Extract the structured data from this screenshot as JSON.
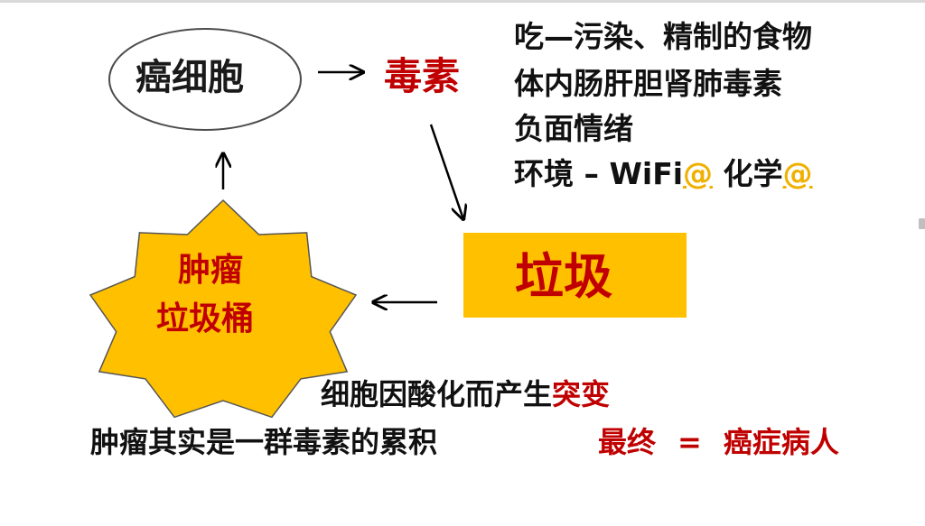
{
  "nodes": {
    "cancer_cell": "癌细胞",
    "toxins": "毒素",
    "garbage": "垃圾",
    "tumor_line1": "肿瘤",
    "tumor_line2": "垃圾桶"
  },
  "toxin_sources": [
    "吃—污染、精制的食物",
    "体内肠肝胆肾肺毒素",
    "负面情绪"
  ],
  "environment": {
    "label": "环境  –  WiFi",
    "symbol": "@",
    "chemical": " 化学"
  },
  "statements": {
    "line1_prefix": "细胞因酸化而产生",
    "line1_highlight": "突变",
    "line2": "肿瘤其实是一群毒素的累积",
    "result_left": "最终",
    "result_equals": "=",
    "result_right": "癌症病人"
  },
  "colors": {
    "highlight": "#c00000",
    "garbage_box": "#ffc000",
    "star_fill": "#ffc000",
    "at_symbol": "#f0b000"
  }
}
